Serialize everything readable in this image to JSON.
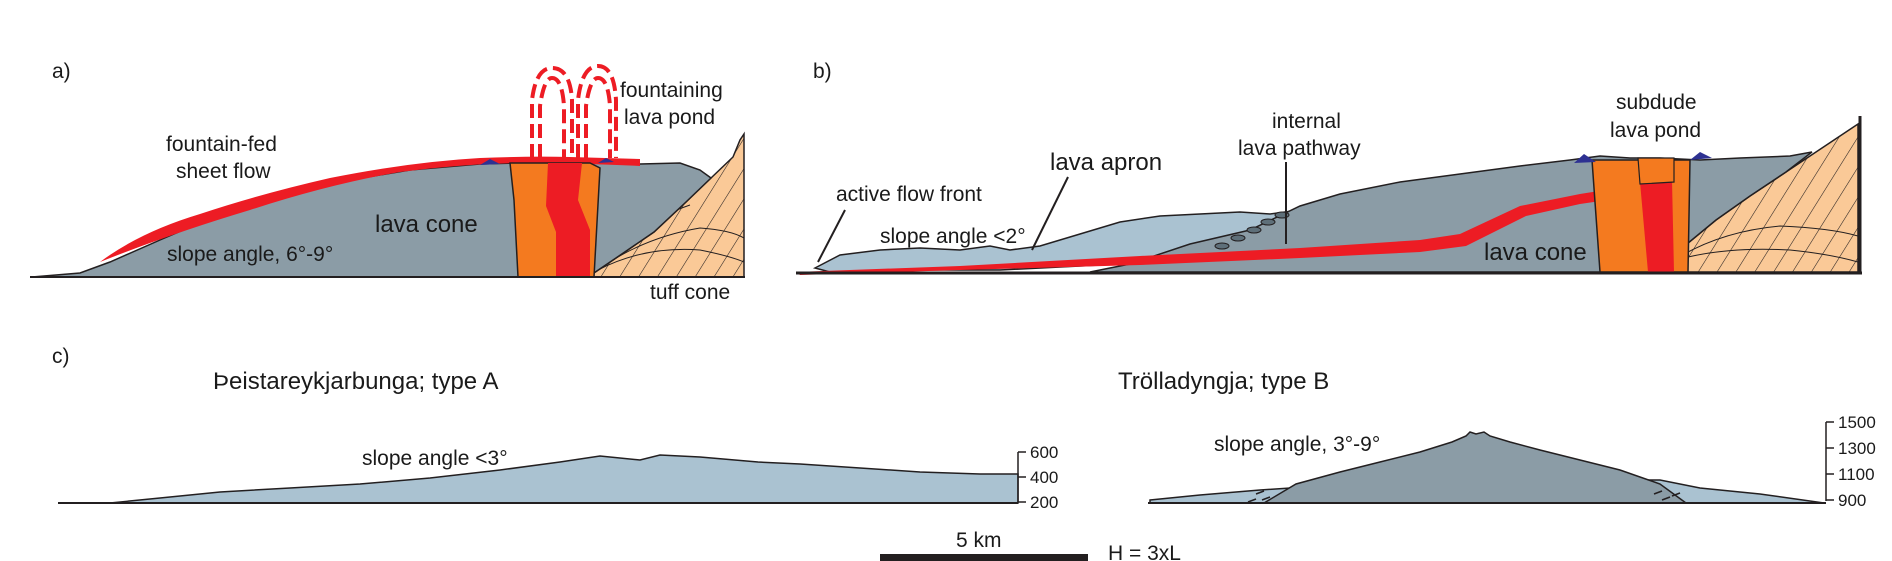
{
  "figure": {
    "colors": {
      "lava_cone": "#8b9ca6",
      "lava_apron": "#aac2d1",
      "lava_red": "#ed1c24",
      "conduit_orange": "#f47a1f",
      "tuff_tan": "#fac997",
      "pond_blue": "#2e3192",
      "line": "#231f20"
    },
    "panel_a": {
      "letter": "a)",
      "fountain_fed_sheet_flow": [
        "fountain-fed",
        "sheet flow"
      ],
      "fountaining_lava_pond": [
        "fountaining",
        "lava pond"
      ],
      "lava_cone": "lava cone",
      "slope_angle": "slope angle, 6°-9°",
      "tuff_cone": "tuff cone"
    },
    "panel_b": {
      "letter": "b)",
      "active_flow_front": "active flow front",
      "lava_apron": "lava apron",
      "internal_pathway": [
        "internal",
        "lava pathway"
      ],
      "subdude_pond": [
        "subdude",
        "lava pond"
      ],
      "slope_angle": "slope angle <2°",
      "lava_cone": "lava cone"
    },
    "panel_c": {
      "letter": "c)",
      "left": {
        "title": "Þeistareykjarbunga; type A",
        "slope_angle": "slope angle <3°",
        "ticks": [
          "600",
          "400",
          "200"
        ]
      },
      "right": {
        "title": "Trölladyngja; type B",
        "slope_angle": "slope angle, 3°-9°",
        "ticks": [
          "1500",
          "1300",
          "1100",
          "900"
        ]
      }
    },
    "scale_bar": {
      "label": "5 km",
      "exaggeration": "H = 3xL"
    }
  }
}
